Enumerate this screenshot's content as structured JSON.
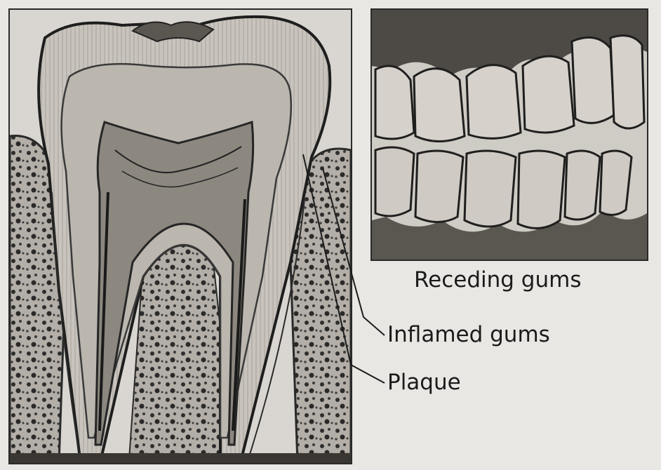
{
  "labels": {
    "receding": "Receding gums",
    "inflamed": "Inflamed gums",
    "plaque": "Plaque"
  },
  "colors": {
    "ink": "#1b1b1b",
    "paper": "#e9e7e3",
    "enamel": "#cfcac3",
    "dentin": "#bdb8b0",
    "pulp": "#8f8a83",
    "bone": "#a9a49d",
    "gum": "#6f6a64",
    "dark": "#2a2a2a"
  }
}
